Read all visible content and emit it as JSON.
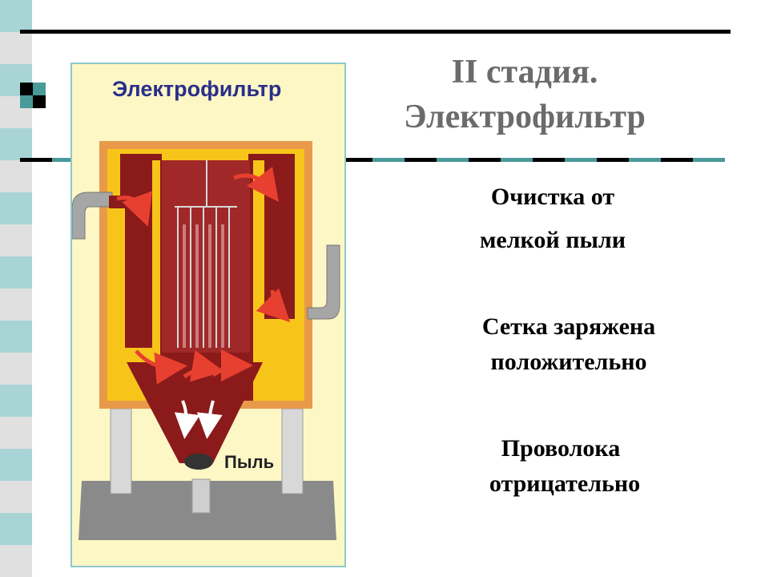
{
  "slide": {
    "title_line1": "II стадия.",
    "title_line2": "Электрофильтр",
    "point1_line1": "Очистка от",
    "point1_line2": "мелкой пыли",
    "point2_line1": "Сетка заряжена",
    "point2_line2": "положительно",
    "point3_line1": "Проволока",
    "point3_line2": "отрицательно"
  },
  "figure": {
    "label": "Электрофильтр",
    "dust_label": "Пыль",
    "colors": {
      "housing": "#f7c51a",
      "chamber": "#8b1a1a",
      "frame": "#e89a4a",
      "pipe": "#a6a6a6",
      "arrow": "#e84030",
      "base": "#8a8a8a"
    }
  },
  "theme": {
    "strip_colors": [
      "#a8d4d6",
      "#e0e0e0"
    ],
    "accent": "#4a9a9a"
  }
}
